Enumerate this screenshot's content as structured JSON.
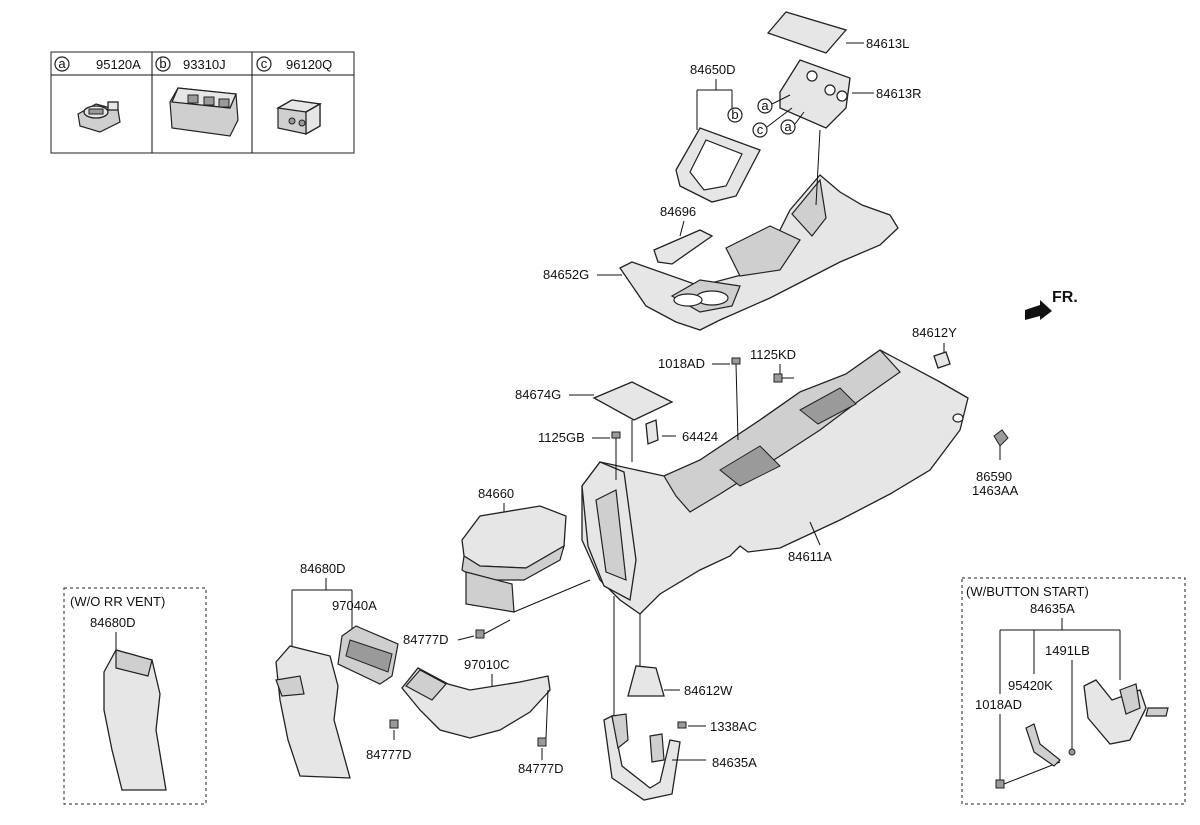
{
  "legend": [
    {
      "letter": "a",
      "part": "95120A"
    },
    {
      "letter": "b",
      "part": "93310J"
    },
    {
      "letter": "c",
      "part": "96120Q"
    }
  ],
  "front_indicator": "FR.",
  "labels": {
    "p84613L": "84613L",
    "p84613R": "84613R",
    "p84650D": "84650D",
    "p84696": "84696",
    "p84652G": "84652G",
    "p84612Y": "84612Y",
    "p1125KD": "1125KD",
    "p1018AD": "1018AD",
    "p84674G": "84674G",
    "p1125GB": "1125GB",
    "p64424": "64424",
    "p86590": "86590",
    "p1463AA": "1463AA",
    "p84660": "84660",
    "p84611A": "84611A",
    "p84680D": "84680D",
    "p97040A": "97040A",
    "p84777D_a": "84777D",
    "p97010C": "97010C",
    "p84777D_b": "84777D",
    "p84777D_c": "84777D",
    "p84612W": "84612W",
    "p1338AC": "1338AC",
    "p84635A": "84635A"
  },
  "callouts": {
    "b": "b",
    "a1": "a",
    "a2": "a",
    "c": "c"
  },
  "wo_rr_vent": {
    "title": "(W/O RR VENT)",
    "part": "84680D"
  },
  "button_start": {
    "title": "(W/BUTTON START)",
    "p84635A": "84635A",
    "p1491LB": "1491LB",
    "p95420K": "95420K",
    "p1018AD": "1018AD"
  }
}
